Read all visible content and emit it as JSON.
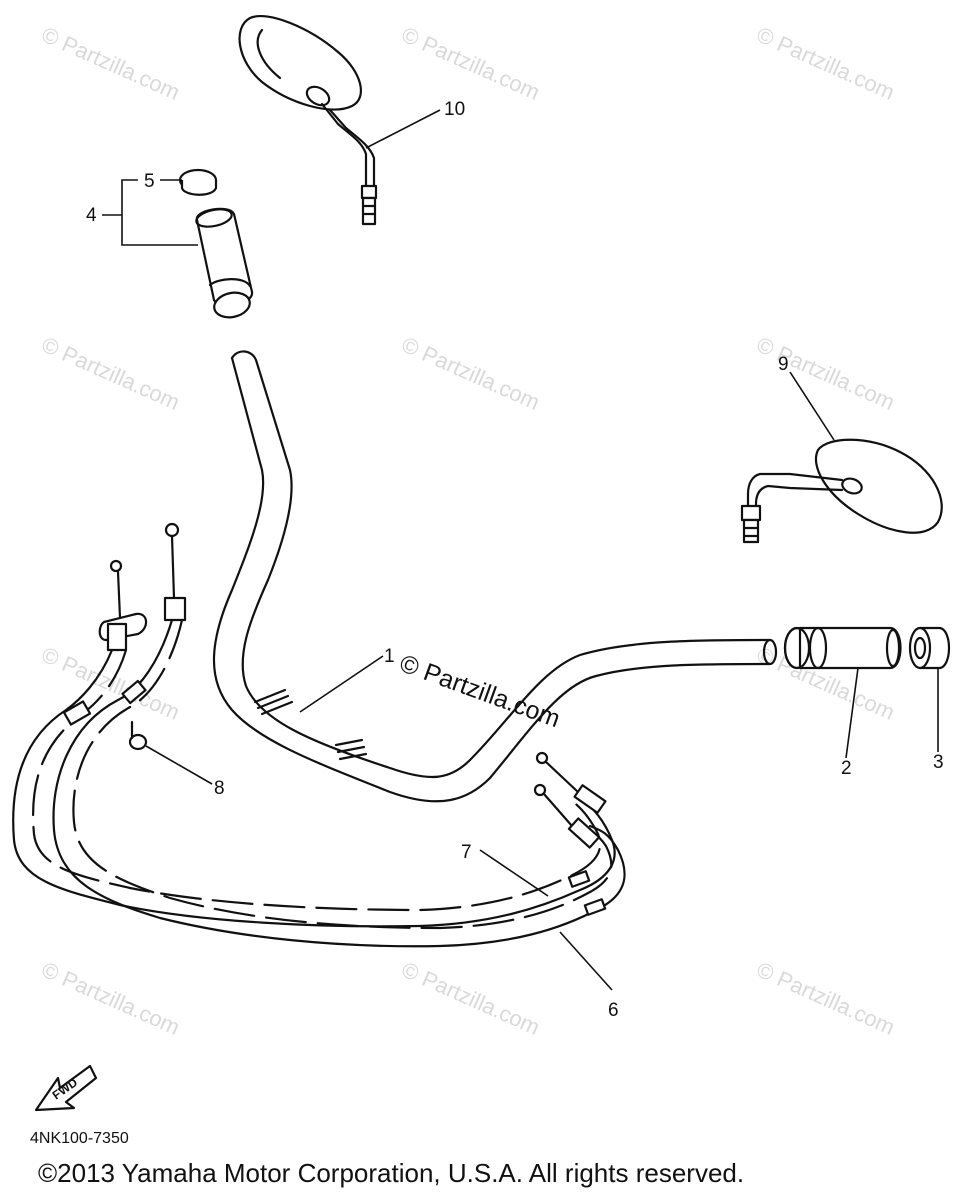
{
  "watermark": "© Partzilla.com",
  "center_watermark": "© Partzilla.com",
  "callouts": {
    "c1": "1",
    "c2": "2",
    "c3": "3",
    "c4": "4",
    "c5": "5",
    "c6": "6",
    "c7": "7",
    "c8": "8",
    "c9": "9",
    "c10": "10"
  },
  "fwd_label": "FWD",
  "diagram_code": "4NK100-7350",
  "copyright": "©2013  Yamaha Motor Corporation, U.S.A. All rights reserved."
}
